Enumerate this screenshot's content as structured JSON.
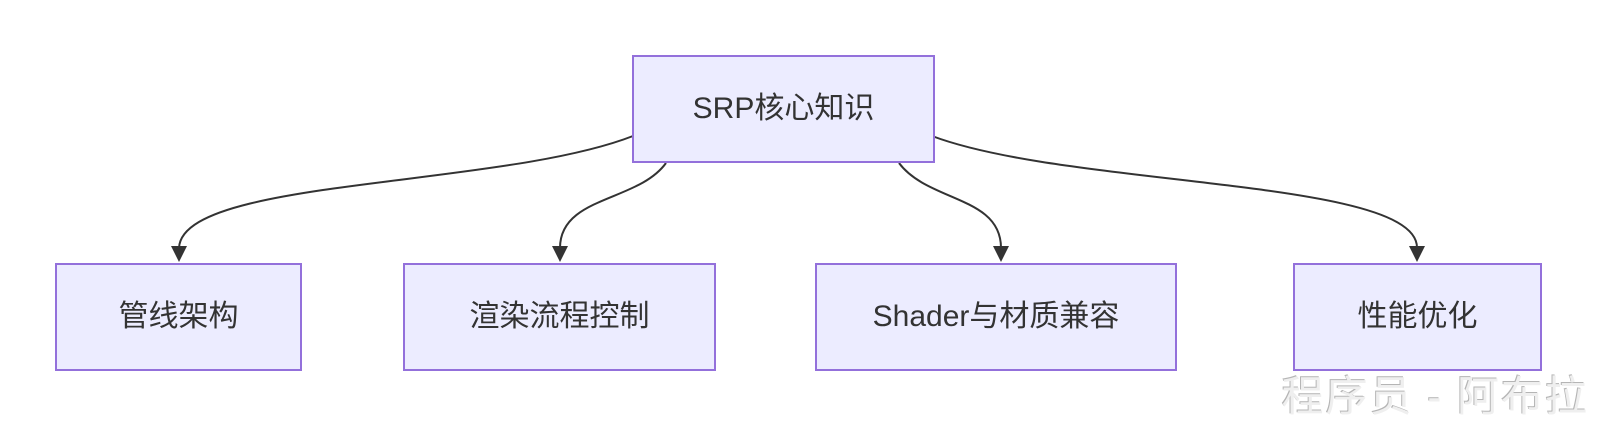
{
  "diagram": {
    "type": "flowchart",
    "root": {
      "label": "SRP核心知识"
    },
    "children": [
      {
        "label": "管线架构"
      },
      {
        "label": "渲染流程控制"
      },
      {
        "label": "Shader与材质兼容"
      },
      {
        "label": "性能优化"
      }
    ],
    "colors": {
      "node_fill": "#ECECFF",
      "node_border": "#9370DB",
      "node_text": "#333333",
      "edge": "#333333",
      "background": "#FFFFFF"
    }
  },
  "watermark": {
    "text": "程序员 - 阿布拉"
  }
}
